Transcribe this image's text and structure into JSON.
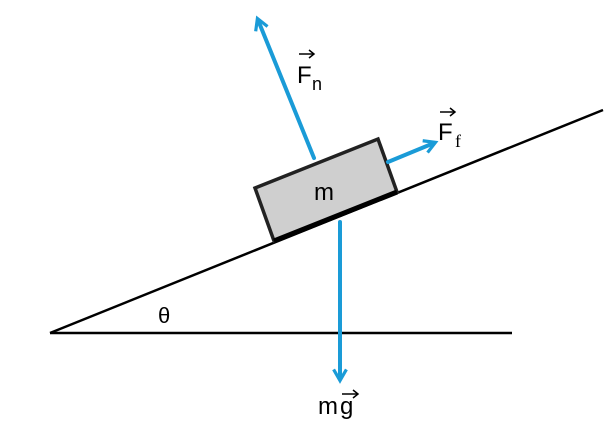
{
  "labels": {
    "mass": "m",
    "angle": "θ",
    "normal_force": "F",
    "normal_sub": "n",
    "friction_force": "F",
    "friction_sub": "f",
    "weight_prefix": "m",
    "weight_vector": "g"
  },
  "colors": {
    "force_arrow": "#1a9bd7",
    "block_fill": "#cfcfcf",
    "line": "#000000"
  }
}
